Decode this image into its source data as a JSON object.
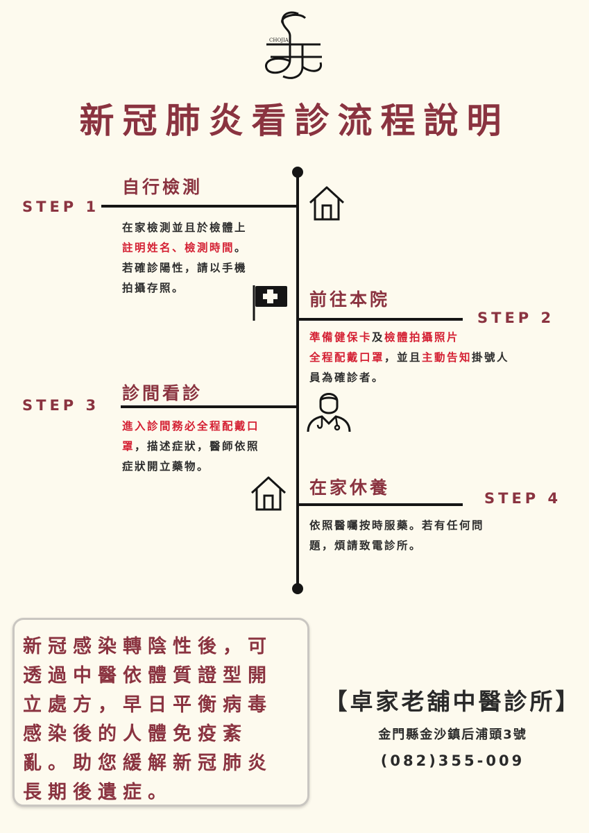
{
  "logo": {
    "text": "CHOJIA"
  },
  "title": "新冠肺炎看診流程說明",
  "steps": [
    {
      "label": "STEP 1",
      "heading": "自行檢測",
      "lines": [
        [
          {
            "t": "在家檢測並且於檢體上",
            "red": false
          }
        ],
        [
          {
            "t": "註明姓名、檢測時間",
            "red": true
          },
          {
            "t": "。",
            "red": false
          }
        ],
        [
          {
            "t": "若確診陽性，請以手機",
            "red": false
          }
        ],
        [
          {
            "t": "拍攝存照。",
            "red": false
          }
        ]
      ],
      "icon": "house-icon"
    },
    {
      "label": "STEP 2",
      "heading": "前往本院",
      "lines": [
        [
          {
            "t": "準備健保卡",
            "red": true
          },
          {
            "t": "及",
            "red": false
          },
          {
            "t": "檢體拍攝照片",
            "red": true
          }
        ],
        [
          {
            "t": "全程配戴口罩",
            "red": true
          },
          {
            "t": "，並且",
            "red": false
          },
          {
            "t": "主動告知",
            "red": true
          },
          {
            "t": "掛號人",
            "red": false
          }
        ],
        [
          {
            "t": "員為確診者。",
            "red": false
          }
        ]
      ],
      "icon": "hospital-flag-icon"
    },
    {
      "label": "STEP 3",
      "heading": "診間看診",
      "lines": [
        [
          {
            "t": "進入診間務必全程配戴口",
            "red": true
          }
        ],
        [
          {
            "t": "罩",
            "red": true
          },
          {
            "t": "，描述症狀，醫師依照",
            "red": false
          }
        ],
        [
          {
            "t": "症狀開立藥物。",
            "red": false
          }
        ]
      ],
      "icon": "doctor-icon"
    },
    {
      "label": "STEP 4",
      "heading": "在家休養",
      "lines": [
        [
          {
            "t": "依照醫囑按時服藥。若有任何問",
            "red": false
          }
        ],
        [
          {
            "t": "題，煩請致電診所。",
            "red": false
          }
        ]
      ],
      "icon": "house-icon"
    }
  ],
  "note": {
    "lines": [
      "新冠感染轉陰性後，可",
      "透過中醫依體質證型開",
      "立處方，早日平衡病毒",
      "感染後的人體免疫紊",
      "亂。助您緩解新冠肺炎",
      "長期後遺症。"
    ]
  },
  "clinic": {
    "name": "【卓家老舖中醫診所】",
    "address": "金門縣金沙鎮后浦頭3號",
    "phone": "(082)355-009"
  },
  "colors": {
    "accent": "#8a3340",
    "highlight": "#d42033",
    "background": "#fdfaee",
    "line": "#151515"
  }
}
